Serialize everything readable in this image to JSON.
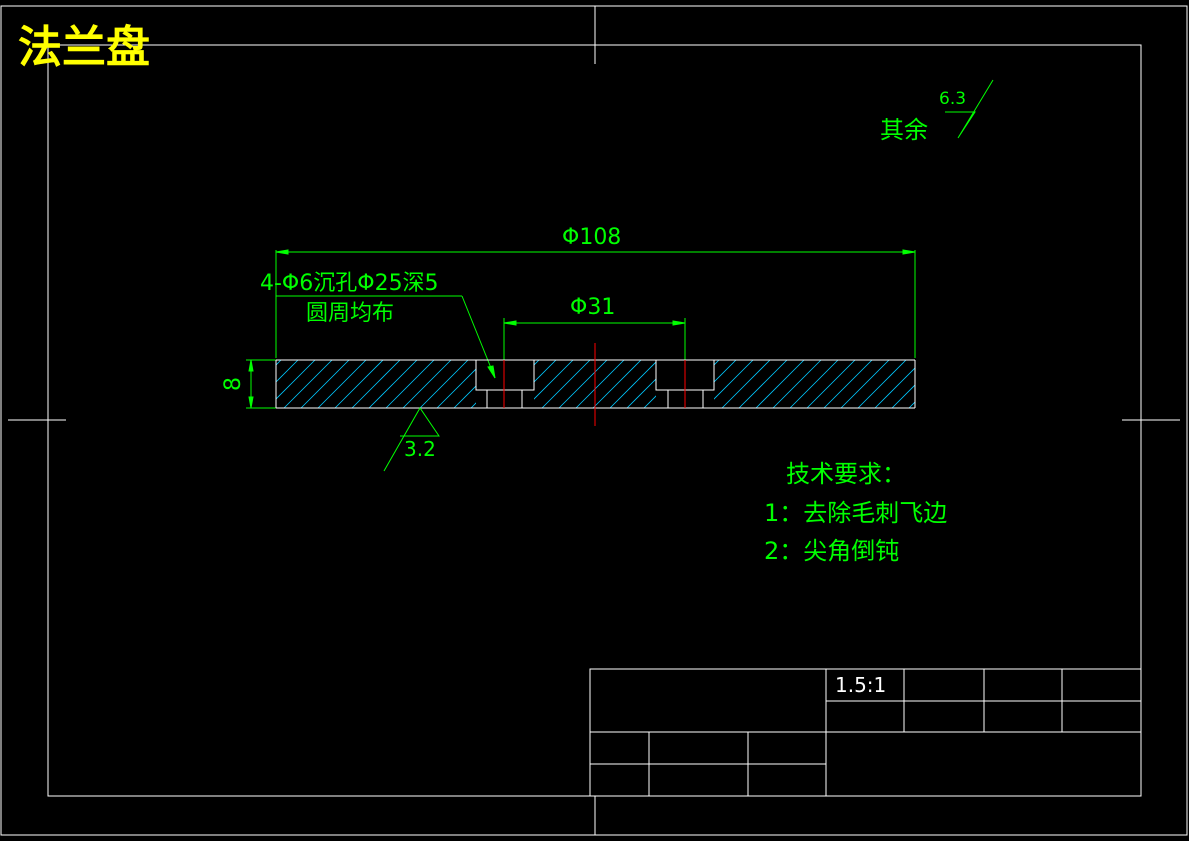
{
  "title": "法兰盘",
  "surface": {
    "label": "其余",
    "roughness": "6.3"
  },
  "dimensions": {
    "outer_dia": "Φ108",
    "inner_dia": "Φ31",
    "thickness": "8",
    "bottom_roughness": "3.2",
    "holes_line1": "4-Φ6沉孔Φ25深5",
    "holes_line2": "圆周均布"
  },
  "tech": {
    "heading": "技术要求：",
    "items": [
      "1：去除毛刺飞边",
      "2：尖角倒钝"
    ]
  },
  "title_block": {
    "scale": "1.5:1"
  },
  "colors": {
    "background": "#000000",
    "green": "#00ff00",
    "frame": "#ffffff",
    "center": "#ff0000",
    "hatch": "#00c8ff",
    "title": "#ffff00"
  }
}
